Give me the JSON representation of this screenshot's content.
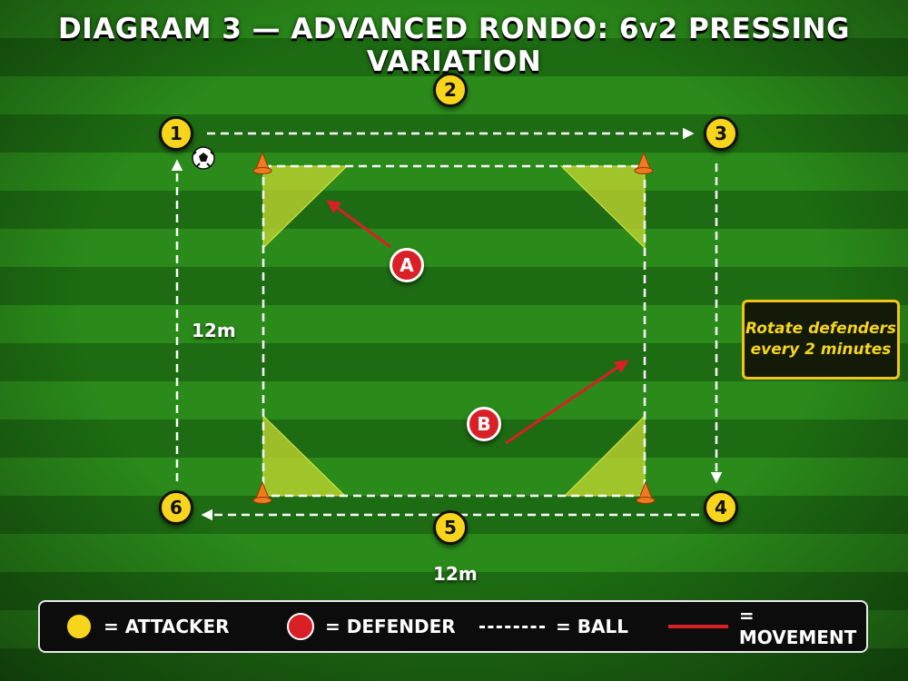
{
  "title": "DIAGRAM 3 — ADVANCED RONDO: 6v2 PRESSING VARIATION",
  "players": {
    "attackers": [
      "1",
      "2",
      "3",
      "4",
      "5",
      "6"
    ],
    "defenders": [
      "A",
      "B"
    ]
  },
  "distances": {
    "vertical": "12m",
    "horizontal": "12m"
  },
  "note": {
    "line1": "Rotate defenders",
    "line2": "every 2 minutes"
  },
  "legend": {
    "attacker": "= ATTACKER",
    "defender": "= DEFENDER",
    "ball": "= BALL",
    "movement": "= MOVEMENT"
  },
  "colors": {
    "grass_dark": "#1d6b12",
    "grass_light": "#2a8a1a",
    "attacker": "#f7d51d",
    "defender": "#d92027",
    "zone": "#c8d832",
    "cone": "#f07a1e",
    "ball_path": "#ffffff",
    "movement": "#d92027"
  }
}
